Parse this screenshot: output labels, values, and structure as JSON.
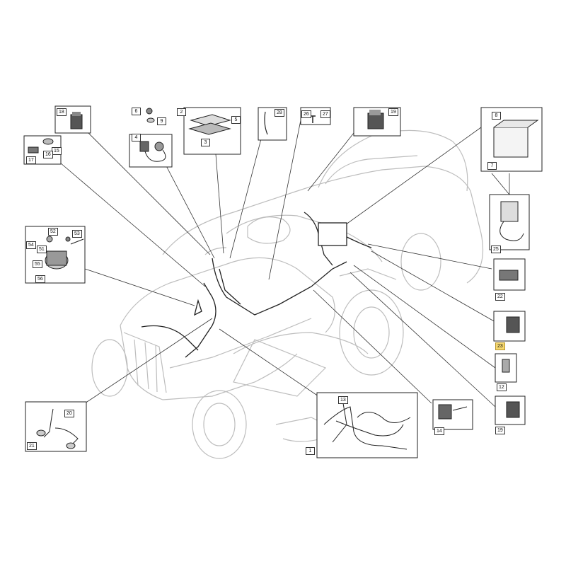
{
  "diagram": {
    "highlight_color": "#f5d76e",
    "outline_color": "#222222",
    "ghost_color": "#c8c8c8",
    "callouts": {
      "l1": "1",
      "l2": "2",
      "l3": "3",
      "l4": "4",
      "l5": "5",
      "l6": "6",
      "l7": "7",
      "l8": "8",
      "l9": "9",
      "l12": "12",
      "l13": "13",
      "l14": "14",
      "l15": "15",
      "l16": "16",
      "l17": "17",
      "l18": "18",
      "l19a": "19",
      "l19b": "19",
      "l20": "20",
      "l21": "21",
      "l22": "22",
      "l23": "23",
      "l25": "25",
      "l26": "26",
      "l27": "27",
      "l28": "28",
      "l51": "51",
      "l52": "52",
      "l53": "53",
      "l54": "54",
      "l55": "55",
      "l56": "56"
    }
  }
}
